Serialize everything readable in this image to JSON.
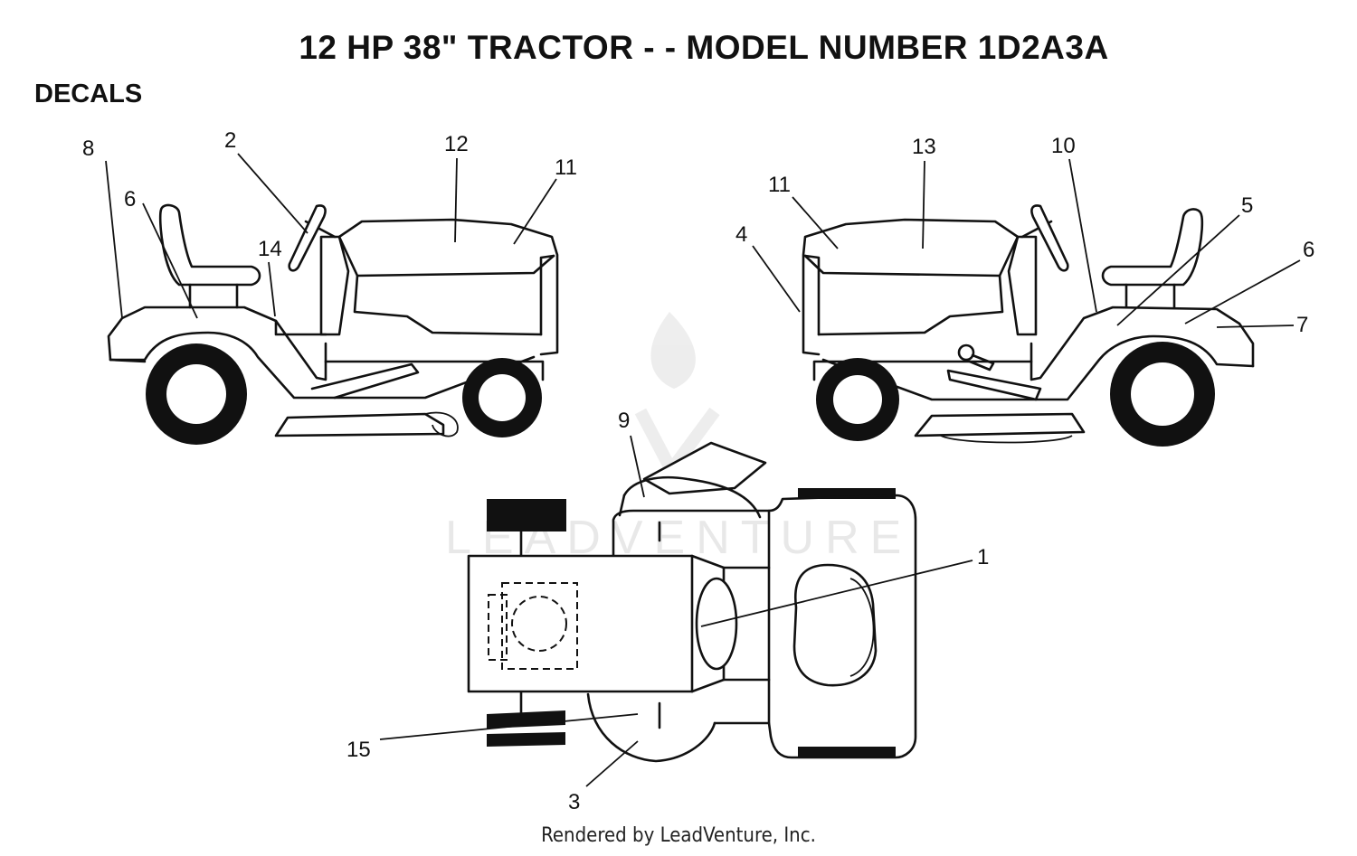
{
  "title": "12 HP 38\" TRACTOR - - MODEL NUMBER 1D2A3A",
  "section": "DECALS",
  "credit": "Rendered by LeadVenture, Inc.",
  "watermark": "LEADVENTURE",
  "callouts": {
    "c1": "1",
    "c2": "2",
    "c3": "3",
    "c4": "4",
    "c5": "5",
    "c6l": "6",
    "c6r": "6",
    "c7": "7",
    "c8": "8",
    "c9": "9",
    "c10": "10",
    "c11l": "11",
    "c11r": "11",
    "c12": "12",
    "c13": "13",
    "c14": "14",
    "c15": "15"
  }
}
